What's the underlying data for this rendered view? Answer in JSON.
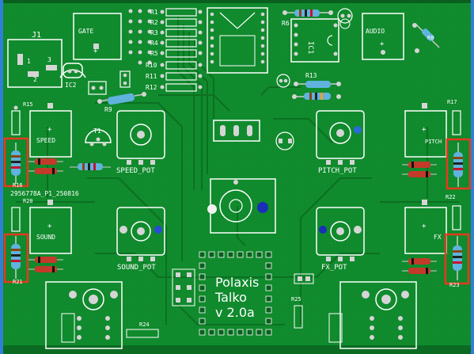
{
  "board": {
    "colors": {
      "background": "#2f7fd6",
      "pcb": "#0f8a2c",
      "trace": "#0c7424",
      "silk": "#ffffff",
      "pad": "#d9d9d9",
      "highlight": "#e53a1e",
      "resistor": "#5fb3dc",
      "diode": "#c23a2a"
    },
    "title_lines": [
      "Polaxis",
      "Talko",
      "v 2.0a"
    ],
    "serial": "2956778A_P1_250816",
    "labels": {
      "j1": "J1",
      "gate": "GATE",
      "audio": "AUDIO",
      "ic1": "IC1",
      "ic2": "IC2",
      "t1": "T1",
      "speed": "SPEED",
      "pitch": "PITCH",
      "sound": "SOUND",
      "fx": "FX",
      "speed_pot": "SPEED_POT",
      "pitch_pot": "PITCH_POT",
      "sound_pot": "SOUND_POT",
      "fx_pot": "FX_POT",
      "r1": "R1",
      "r2": "R2",
      "r3": "R3",
      "r4": "R4",
      "r5": "R5",
      "r6": "R6",
      "r8": "R8",
      "r9": "R9",
      "r10": "R10",
      "r11": "R11",
      "r12": "R12",
      "r13": "R13",
      "r15": "R15",
      "r16": "R16",
      "r17": "R17",
      "r20": "R20",
      "r21": "R21",
      "r22": "R22",
      "r23": "R23",
      "r24": "R24",
      "r25": "R25",
      "plus": "+",
      "one": "1",
      "two": "2",
      "three": "3"
    }
  }
}
